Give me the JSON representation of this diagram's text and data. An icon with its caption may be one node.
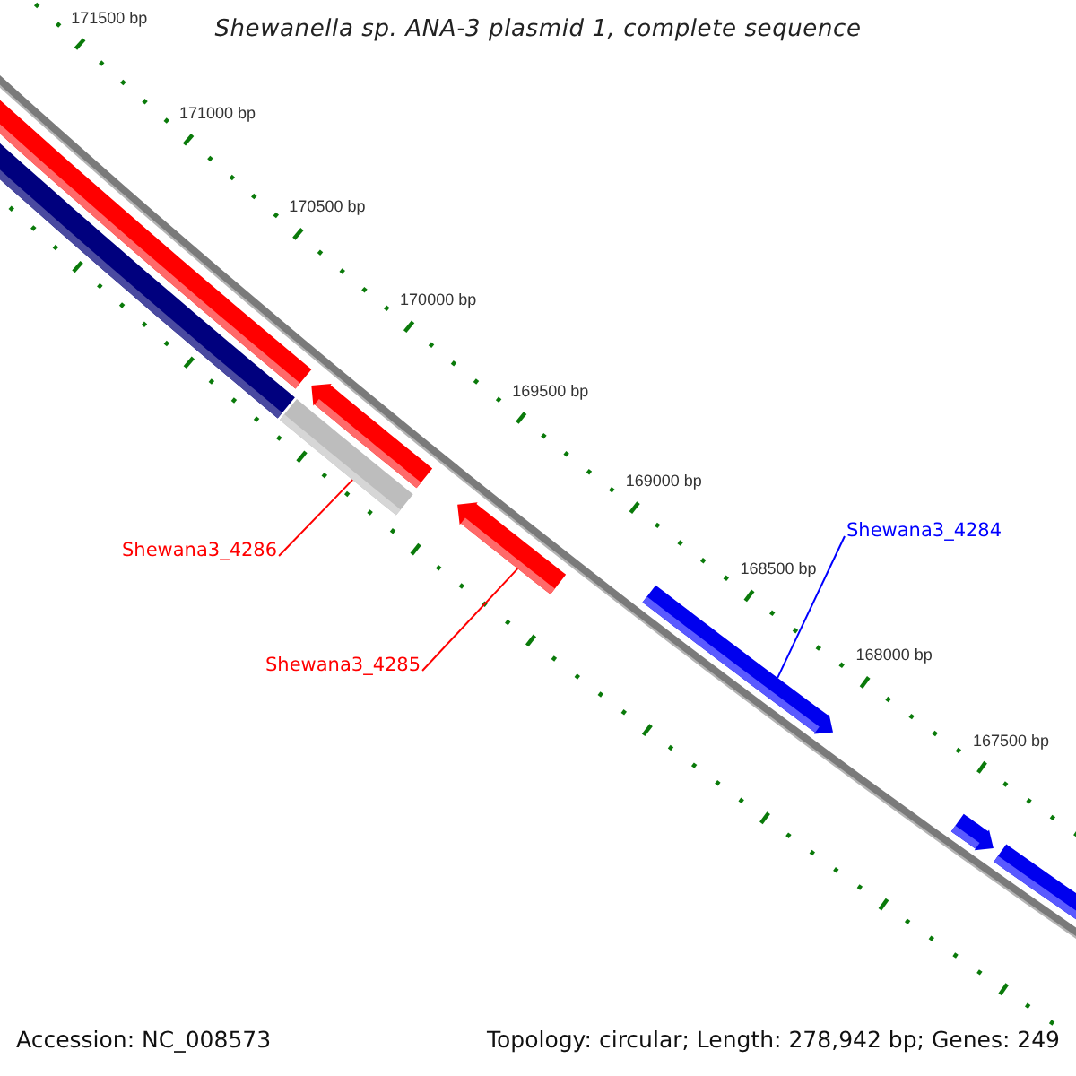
{
  "diagram": {
    "title": "Shewanella sp. ANA-3 plasmid 1, complete sequence",
    "nodes": [
      {
        "text": [],
        "shape": "arrow"
      },
      {
        "text": [],
        "shape": "arrow"
      },
      {
        "text": [],
        "shape": "arrow"
      },
      {
        "text": [],
        "shape": "arrow"
      },
      {
        "text": [],
        "shape": "arrow"
      },
      {
        "text": [],
        "shape": "arrow"
      },
      {
        "text": [],
        "shape": "arrow"
      },
      {
        "text": [],
        "shape": "arrow"
      },
      {
        "text": [
          "Shewana3_4284"
        ]
      },
      {
        "text": [
          "Shewana3_4286"
        ]
      },
      {
        "text": [
          "Shewana3_4285"
        ]
      }
    ],
    "edges": [
      {
        "from": 8,
        "to": 5,
        "arrow": "none",
        "color": "#0000ff"
      },
      {
        "from": 9,
        "to": 3,
        "arrow": "none"
      },
      {
        "from": 10,
        "to": 4,
        "arrow": "none"
      }
    ],
    "labels": [
      "171500 bp",
      "171000 bp",
      "170500 bp",
      "170000 bp",
      "169500 bp",
      "169000 bp",
      "168500 bp",
      "168000 bp",
      "167500 bp",
      "Accession: NC_008573",
      "Topology: circular; Length: 278,942 bp; Genes: 249"
    ]
  }
}
